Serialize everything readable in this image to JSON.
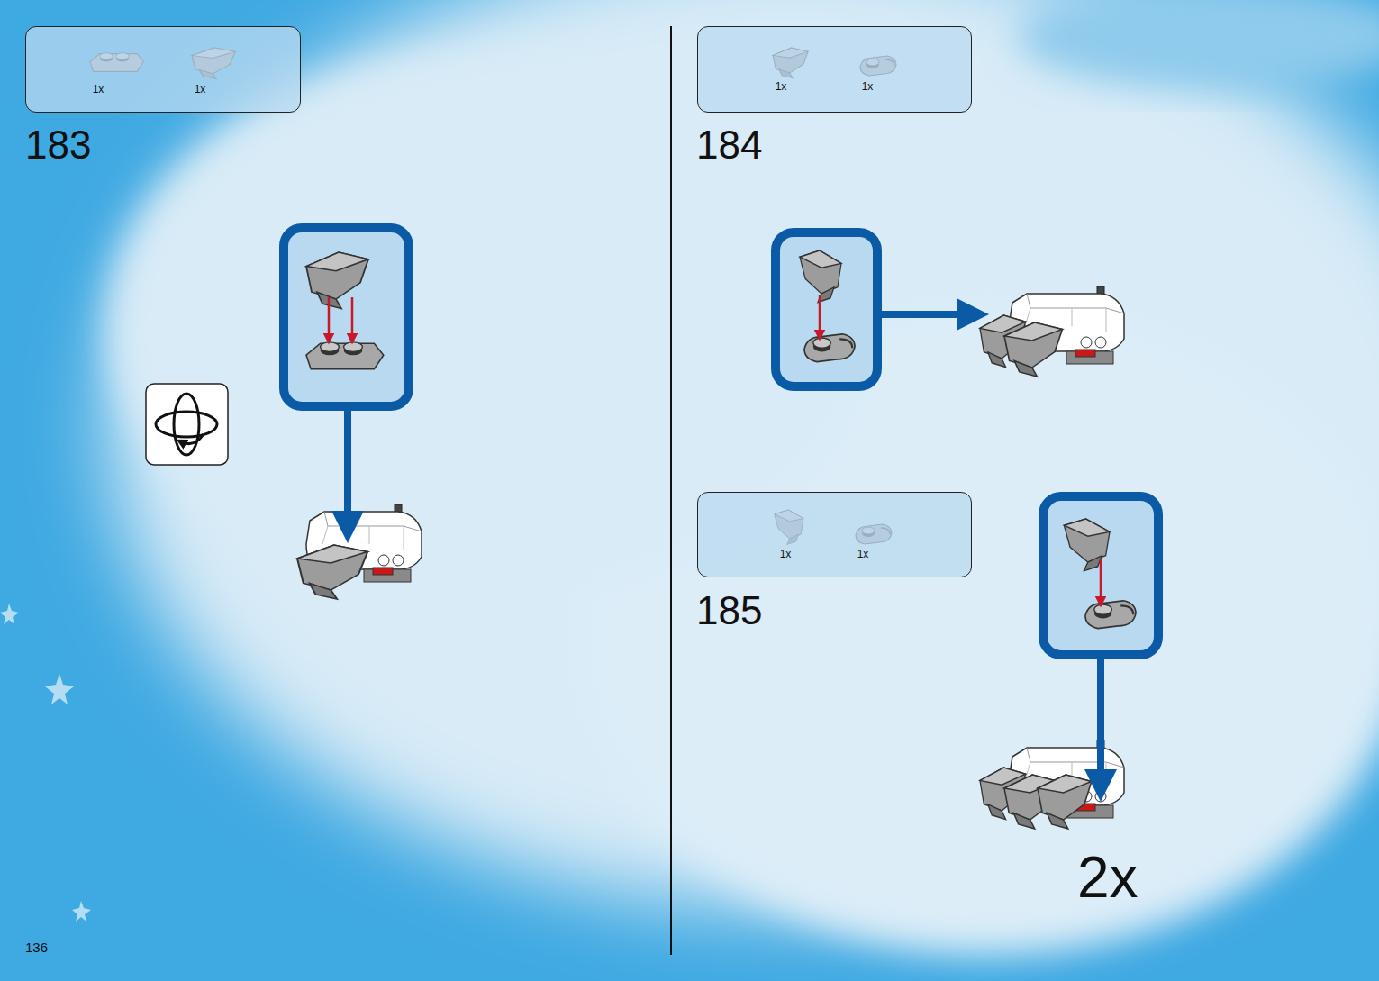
{
  "diagram": {
    "nodes": [
      {
        "text": [
          "1x",
          "1x"
        ]
      },
      {
        "text": [
          "1x",
          "1x"
        ]
      },
      {
        "text": [
          "1x",
          "1x"
        ]
      }
    ],
    "labels": [
      "183",
      "184",
      "185",
      "2x",
      "136"
    ]
  }
}
